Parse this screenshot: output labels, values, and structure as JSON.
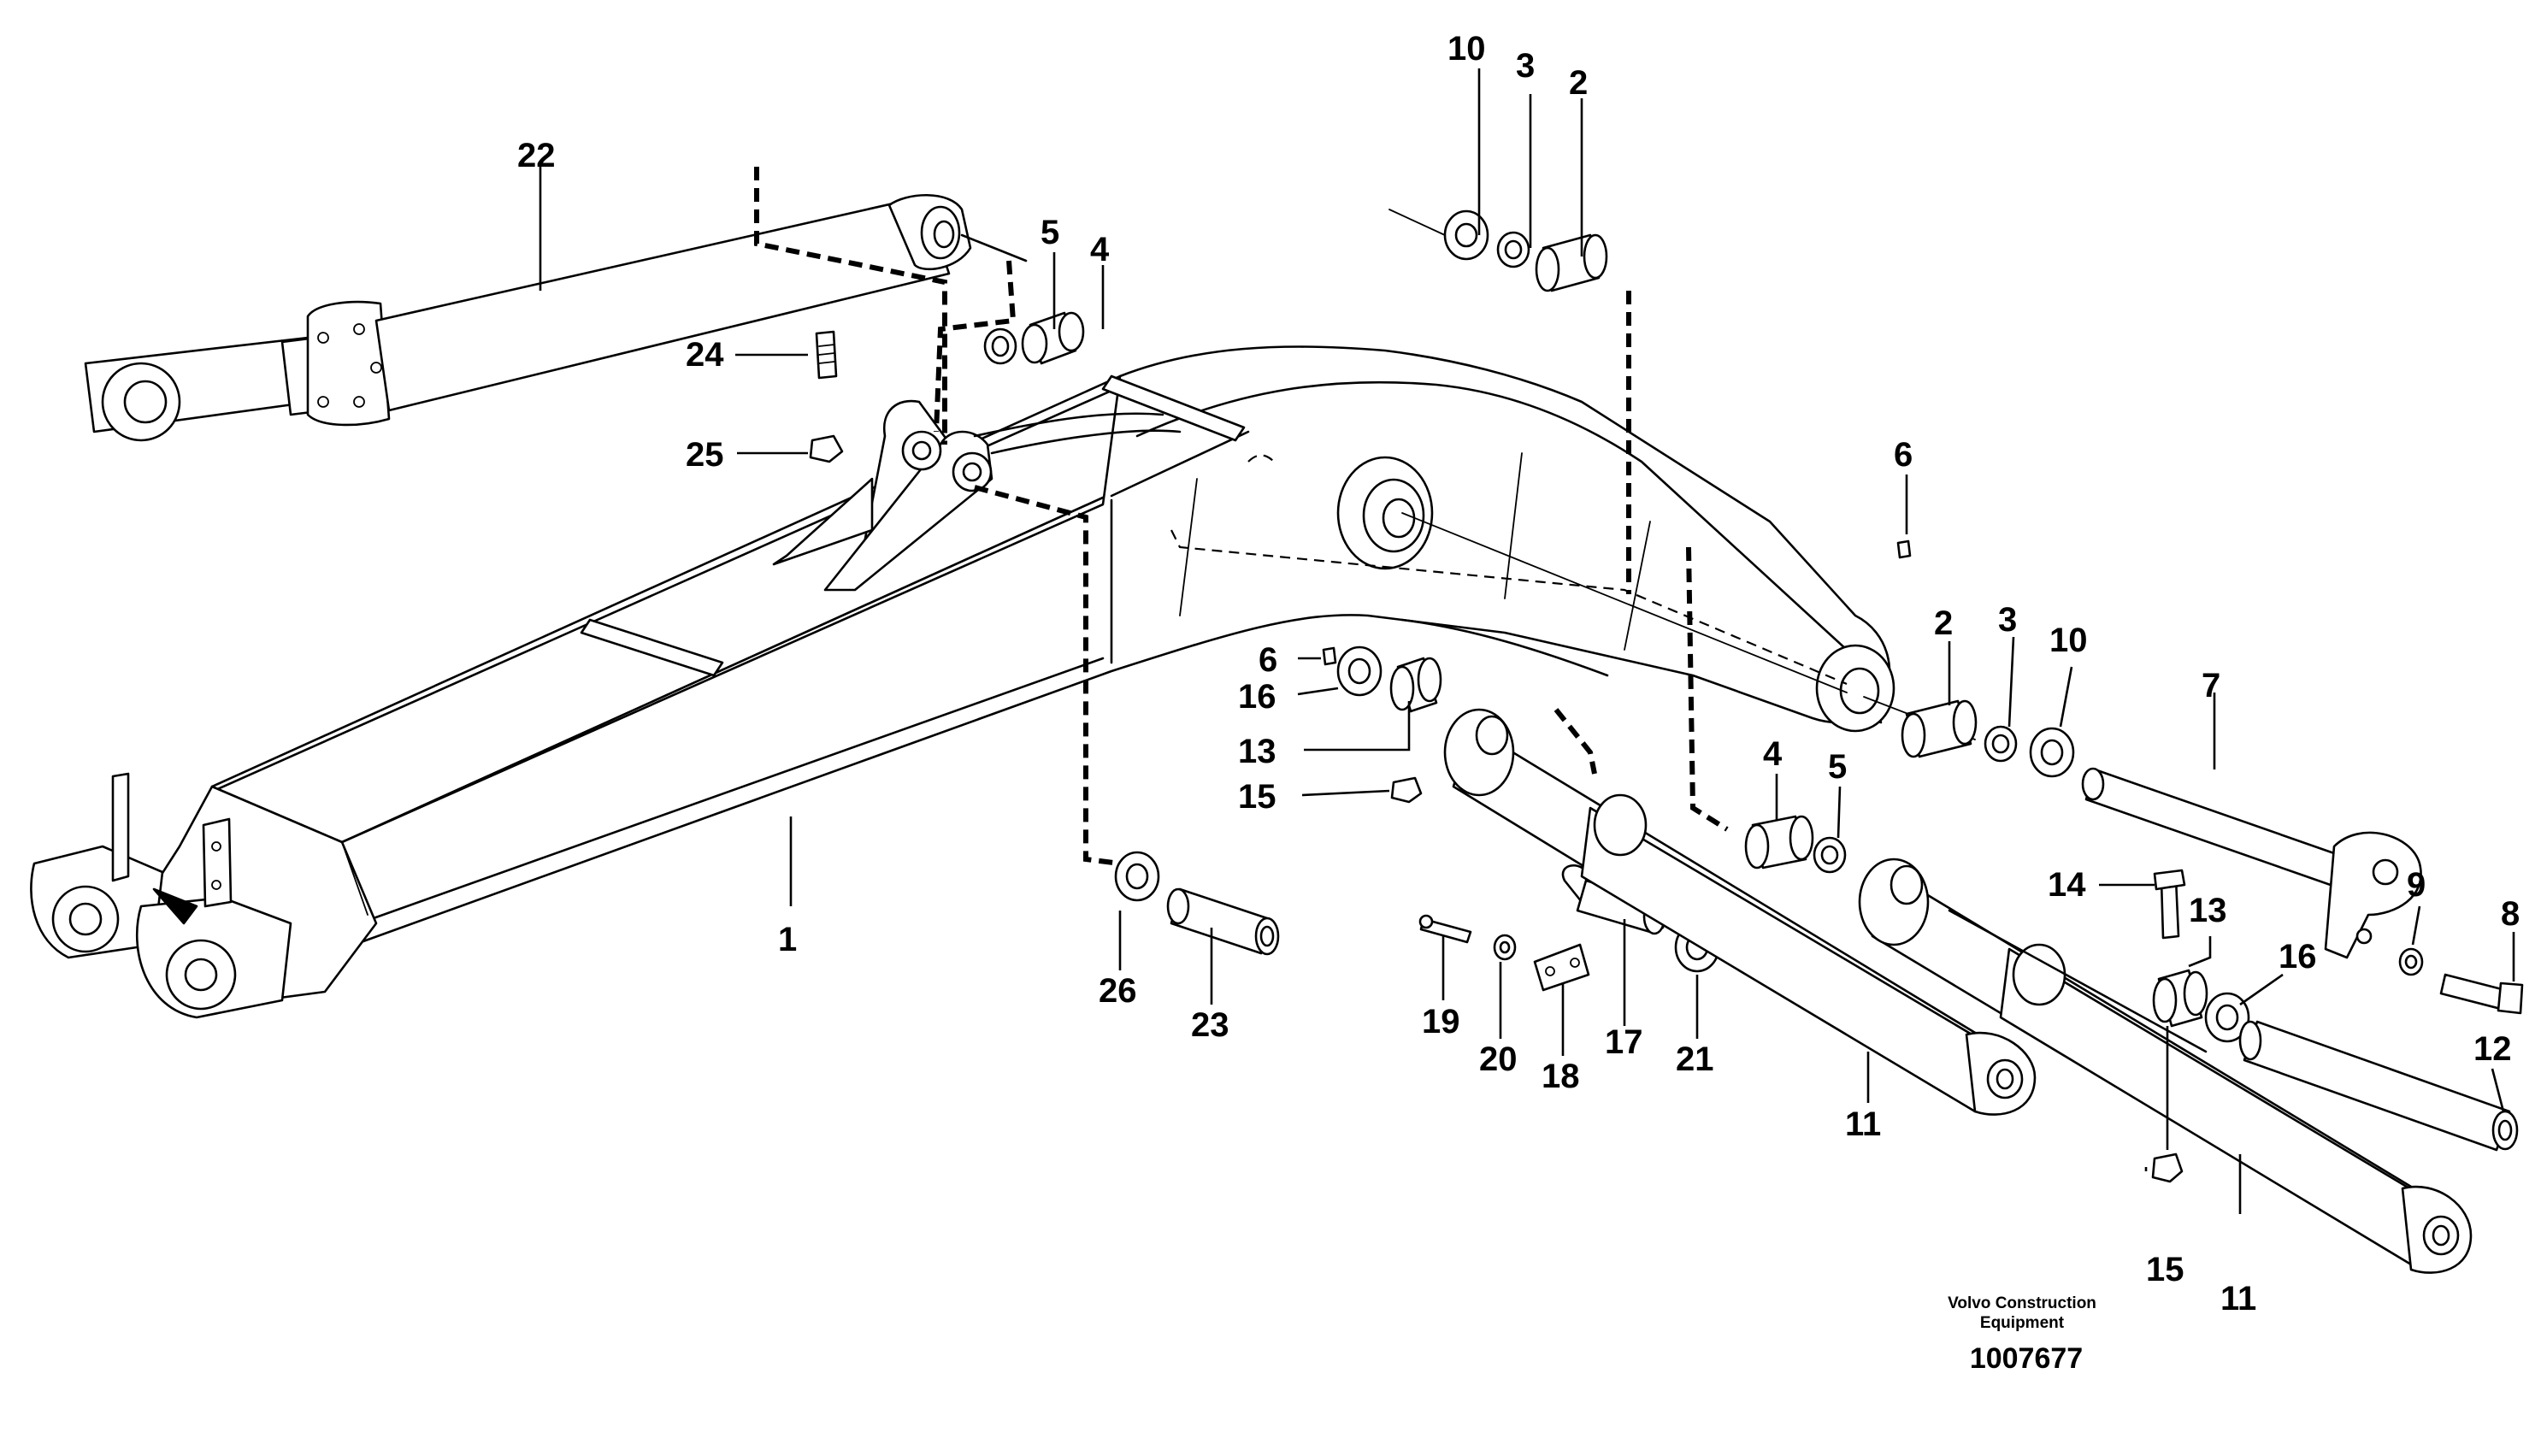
{
  "diagram": {
    "caption": {
      "line1": "Volvo Construction",
      "line2": "Equipment",
      "number": "1007677"
    },
    "callouts": [
      {
        "id": "c22",
        "text": "22"
      },
      {
        "id": "c10a",
        "text": "10"
      },
      {
        "id": "c3a",
        "text": "3"
      },
      {
        "id": "c2a",
        "text": "2"
      },
      {
        "id": "c5a",
        "text": "5"
      },
      {
        "id": "c4a",
        "text": "4"
      },
      {
        "id": "c24",
        "text": "24"
      },
      {
        "id": "c25",
        "text": "25"
      },
      {
        "id": "c6a",
        "text": "6"
      },
      {
        "id": "c6b",
        "text": "6"
      },
      {
        "id": "c16a",
        "text": "16"
      },
      {
        "id": "c13a",
        "text": "13"
      },
      {
        "id": "c15a",
        "text": "15"
      },
      {
        "id": "c2b",
        "text": "2"
      },
      {
        "id": "c3b",
        "text": "3"
      },
      {
        "id": "c10b",
        "text": "10"
      },
      {
        "id": "c7",
        "text": "7"
      },
      {
        "id": "c4b",
        "text": "4"
      },
      {
        "id": "c5b",
        "text": "5"
      },
      {
        "id": "c14",
        "text": "14"
      },
      {
        "id": "c13b",
        "text": "13"
      },
      {
        "id": "c9",
        "text": "9"
      },
      {
        "id": "c8",
        "text": "8"
      },
      {
        "id": "c16b",
        "text": "16"
      },
      {
        "id": "c12",
        "text": "12"
      },
      {
        "id": "c1",
        "text": "1"
      },
      {
        "id": "c26",
        "text": "26"
      },
      {
        "id": "c23",
        "text": "23"
      },
      {
        "id": "c19",
        "text": "19"
      },
      {
        "id": "c20",
        "text": "20"
      },
      {
        "id": "c18",
        "text": "18"
      },
      {
        "id": "c17",
        "text": "17"
      },
      {
        "id": "c21",
        "text": "21"
      },
      {
        "id": "c11a",
        "text": "11"
      },
      {
        "id": "c11b",
        "text": "11"
      },
      {
        "id": "c15b",
        "text": "15"
      }
    ]
  }
}
